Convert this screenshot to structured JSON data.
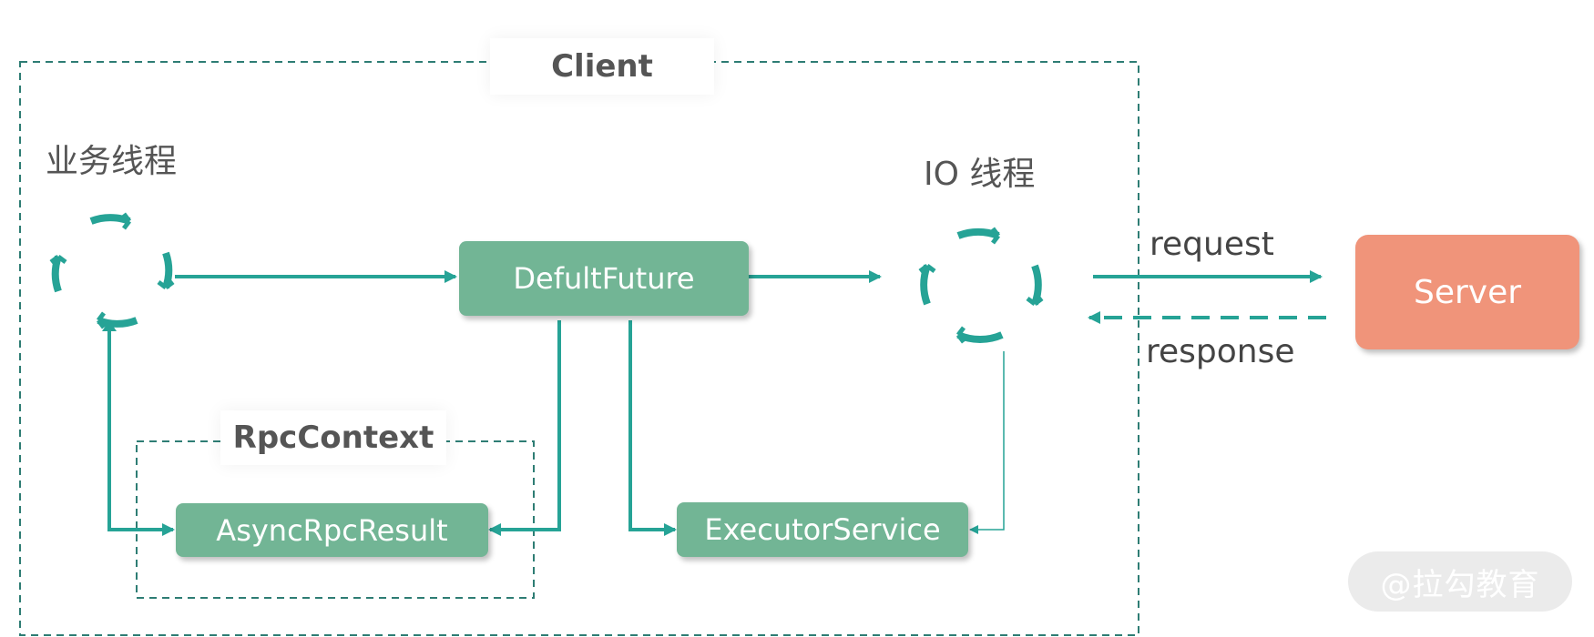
{
  "client": {
    "label": "Client"
  },
  "rpc_context": {
    "label": "RpcContext"
  },
  "threads": {
    "business": "业务线程",
    "io": "IO 线程"
  },
  "nodes": {
    "future": "DefultFuture",
    "async_result": "AsyncRpcResult",
    "executor": "ExecutorService",
    "server": "Server"
  },
  "edges": {
    "request": "request",
    "response": "response"
  },
  "watermark": "@拉勾教育",
  "colors": {
    "teal": "#26a396",
    "node_green": "#72b595",
    "server_salmon": "#f0947a",
    "dashed_border": "#2e7d74"
  }
}
